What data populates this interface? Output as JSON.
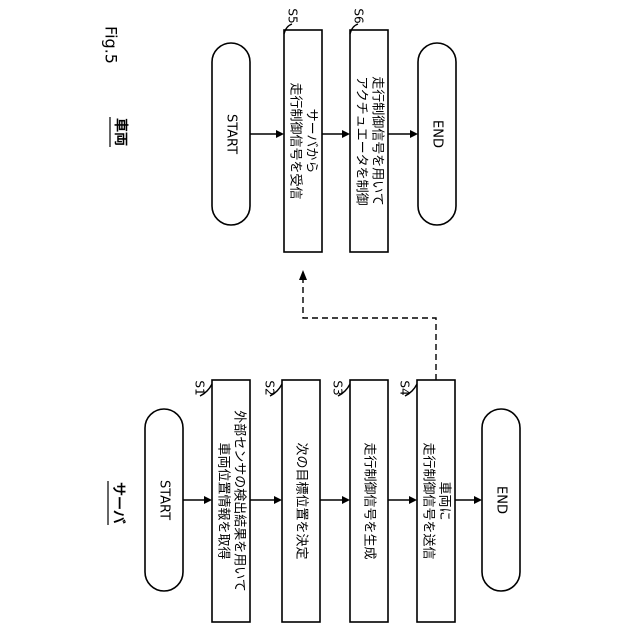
{
  "figure_label": "Fig.5",
  "vehicle": {
    "heading": "車両",
    "start_label": "START",
    "end_label": "END",
    "s5": {
      "id": "S5",
      "line1": "サーバから",
      "line2": "走行制御信号を受信"
    },
    "s6": {
      "id": "S6",
      "line1": "走行制御信号を用いて",
      "line2": "アクチュエータを制御"
    }
  },
  "server": {
    "heading": "サーバ",
    "start_label": "START",
    "end_label": "END",
    "s1": {
      "id": "S1",
      "line1": "外部センサの検出結果を用いて",
      "line2": "車両位置情報を取得"
    },
    "s2": {
      "id": "S2",
      "line1": "次の目標位置を決定"
    },
    "s3": {
      "id": "S3",
      "line1": "走行制御信号を生成"
    },
    "s4": {
      "id": "S4",
      "line1": "車両に",
      "line2": "走行制御信号を送信"
    }
  }
}
